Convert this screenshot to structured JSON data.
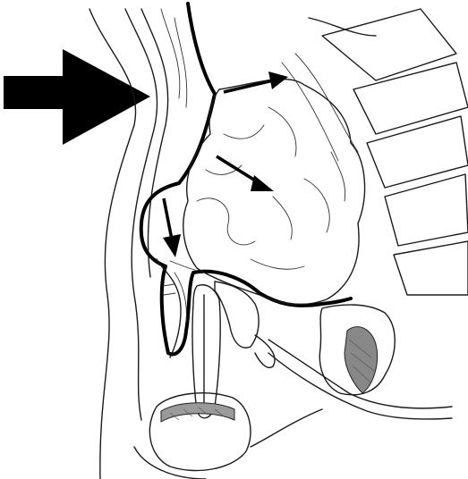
{
  "diagram": {
    "elements": [
      {
        "id": "external-pressure-arrow",
        "kind": "arrow"
      },
      {
        "id": "abdominal-wall",
        "kind": "structure"
      },
      {
        "id": "peritoneum-line",
        "kind": "boundary"
      },
      {
        "id": "bowel-mass",
        "kind": "structure"
      },
      {
        "id": "spine-vertebrae",
        "kind": "structure"
      },
      {
        "id": "bladder",
        "kind": "structure"
      },
      {
        "id": "pubic-bone",
        "kind": "structure"
      },
      {
        "id": "rectum",
        "kind": "structure"
      },
      {
        "id": "displacement-arrows",
        "kind": "arrow-group",
        "count": 3
      }
    ],
    "colors": {
      "ink": "#000000",
      "paper": "#ffffff",
      "hatch": "#555555"
    }
  }
}
